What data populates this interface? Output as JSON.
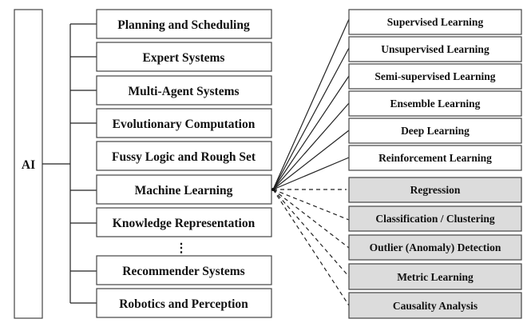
{
  "root": {
    "label": "AI"
  },
  "ai_fields": [
    "Planning and Scheduling",
    "Expert Systems",
    "Multi-Agent Systems",
    "Evolutionary Computation",
    "Fussy Logic and Rough Set",
    "Machine Learning",
    "Knowledge Representation",
    "Recommender Systems",
    "Robotics and Perception"
  ],
  "ellipsis": "⋮",
  "ml_paradigms": [
    "Supervised Learning",
    "Unsupervised Learning",
    "Semi-supervised Learning",
    "Ensemble Learning",
    "Deep Learning",
    "Reinforcement Learning"
  ],
  "ml_tasks": [
    "Regression",
    "Classification / Clustering",
    "Outlier (Anomaly) Detection",
    "Metric Learning",
    "Causality Analysis"
  ],
  "colors": {
    "task_fill": "#dcdcdc",
    "stroke": "#444444"
  }
}
